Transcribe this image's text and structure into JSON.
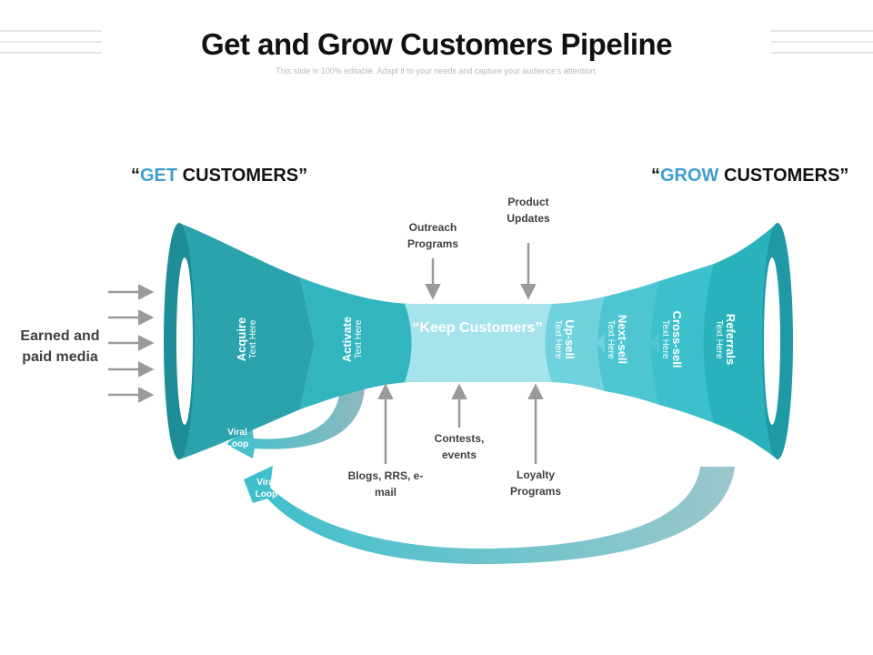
{
  "title": "Get and Grow Customers Pipeline",
  "subtitle": "This slide is 100% editable.  Adapt it to your needs  and capture  your audience's  attention.",
  "get_header": {
    "open": "“",
    "highlight": "GET",
    "rest": " CUSTOMERS”"
  },
  "grow_header": {
    "open": "“",
    "highlight": "GROW",
    "rest": " CUSTOMERS”"
  },
  "earned_media": "Earned and paid media",
  "segments": [
    {
      "label": "Acquire",
      "sub": "Text Here"
    },
    {
      "label": "Activate",
      "sub": "Text Here"
    },
    {
      "label": "Up-sell",
      "sub": "Text Here"
    },
    {
      "label": "Next-sell",
      "sub": "Text Here"
    },
    {
      "label": "Cross-sell",
      "sub": "Text Here"
    },
    {
      "label": "Referrals",
      "sub": "Text Here"
    }
  ],
  "keep_customers": "“Keep Customers”",
  "top_inputs": {
    "outreach": "Outreach Programs",
    "product_updates": "Product Updates"
  },
  "bottom_inputs": {
    "blogs": "Blogs, RRS, e-mail",
    "contests": "Contests, events",
    "loyalty": "Loyalty Programs"
  },
  "viral_loop_1": "Viral Loop",
  "viral_loop_2": "Viral Loop",
  "colors": {
    "acquire": "#2aa3ad",
    "activate": "#33b5c0",
    "keep": "#a6e3ea",
    "upsell": "#6fd2dc",
    "nextsell": "#4dc6d1",
    "crosssell": "#3cc0cc",
    "referrals": "#2ab2bc",
    "accent": "#3e9fce"
  }
}
